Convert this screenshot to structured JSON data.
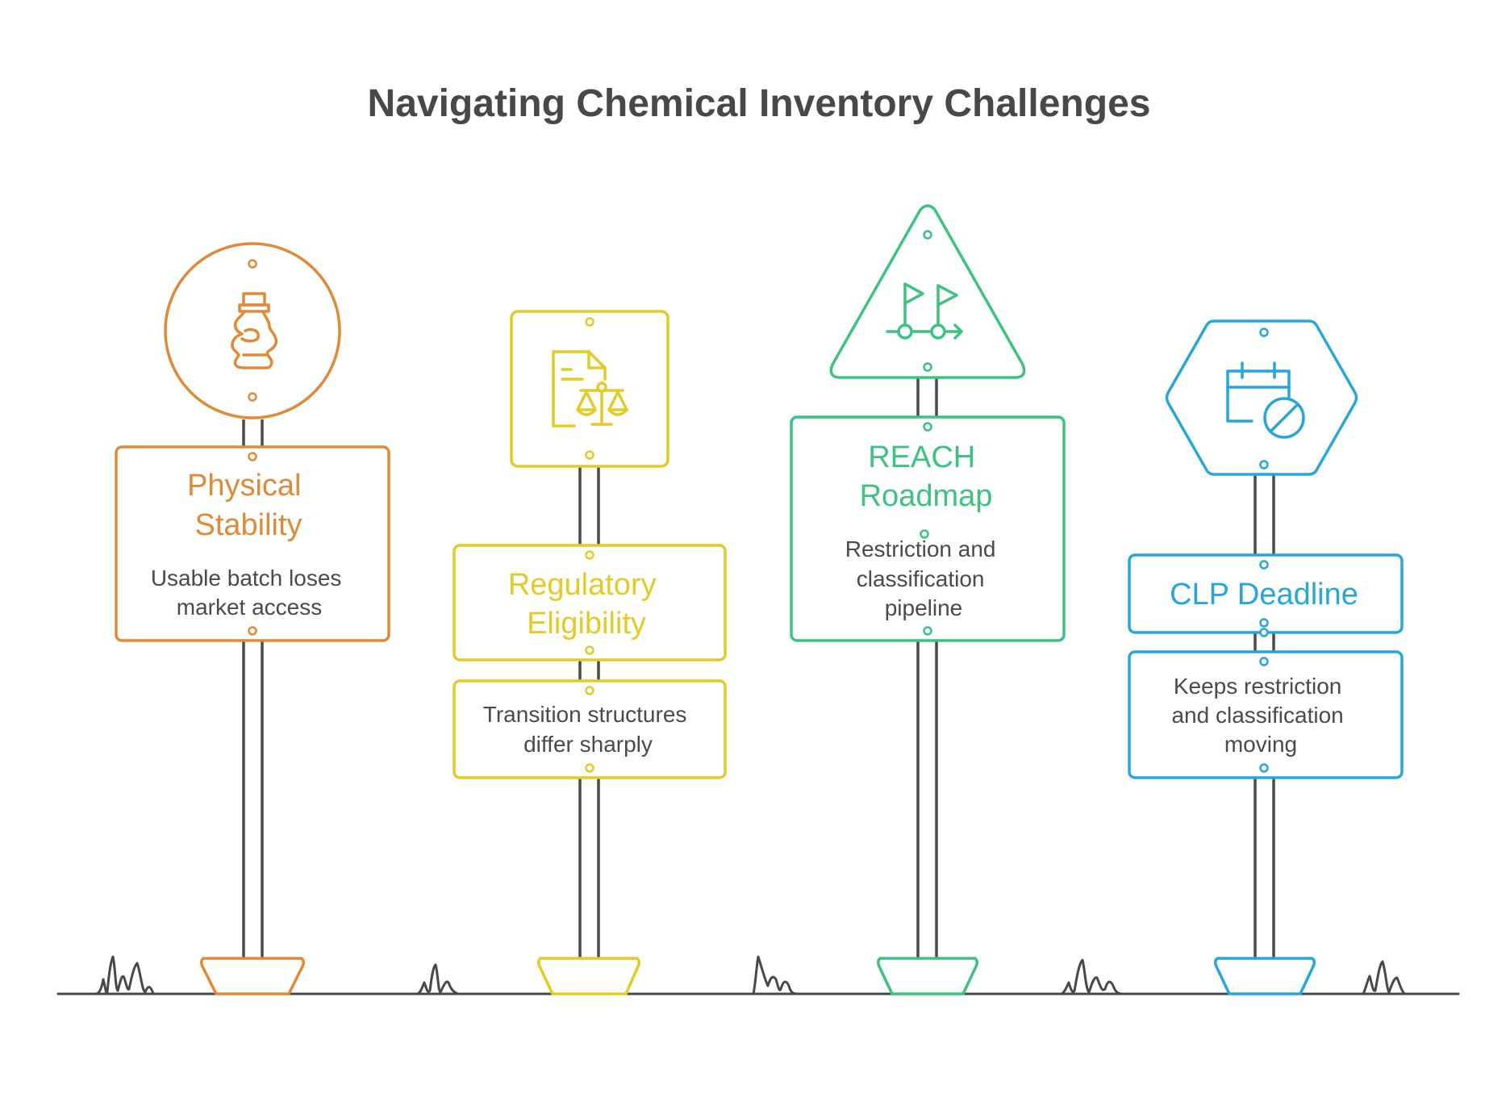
{
  "title": "Navigating Chemical Inventory Challenges",
  "colors": {
    "orange": "#E08A38",
    "yellow": "#E3CB26",
    "green": "#3CC37F",
    "blue": "#27A7D8",
    "ink": "#484848",
    "post": "#4a4a4a"
  },
  "signs": [
    {
      "heading": [
        "Physical",
        "Stability"
      ],
      "description": [
        "Usable batch loses",
        "market access"
      ],
      "icon": "bottle-icon",
      "shape": "circle",
      "color": "#E08A38"
    },
    {
      "heading": [
        "Regulatory",
        "Eligibility"
      ],
      "description": [
        "Transition structures",
        "differ sharply"
      ],
      "icon": "document-scale-icon",
      "shape": "square",
      "color": "#E3CB26"
    },
    {
      "heading": [
        "REACH",
        "Roadmap"
      ],
      "description": [
        "Restriction and",
        "classification",
        "pipeline"
      ],
      "icon": "flags-route-icon",
      "shape": "triangle",
      "color": "#3CC37F"
    },
    {
      "heading": [
        "CLP Deadline"
      ],
      "description": [
        "Keeps restriction",
        "and classification",
        "moving"
      ],
      "icon": "calendar-blocked-icon",
      "shape": "hexagon",
      "color": "#27A7D8"
    }
  ]
}
